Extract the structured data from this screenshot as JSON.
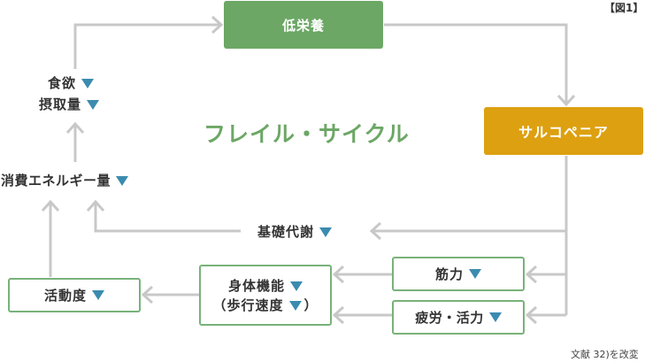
{
  "figure_label": "【図1】",
  "title": "フレイル・サイクル",
  "nodes": {
    "low_nutrition": "低栄養",
    "sarcopenia": "サルコペニア",
    "appetite": "食欲",
    "intake": "摂取量",
    "energy": "消費エネルギー量",
    "basal_metabolism": "基礎代謝",
    "muscle_strength": "筋力",
    "fatigue": "疲労・活力",
    "physical_function": "身体機能",
    "walking_speed_open": "（歩行速度",
    "walking_speed_close": "）",
    "activity": "活動度"
  },
  "source_note": "文献 32)を改変",
  "colors": {
    "green": "#6ca765",
    "gold": "#dda010",
    "arrow": "#c8c8c8",
    "triangle": "#3b8bb0"
  }
}
